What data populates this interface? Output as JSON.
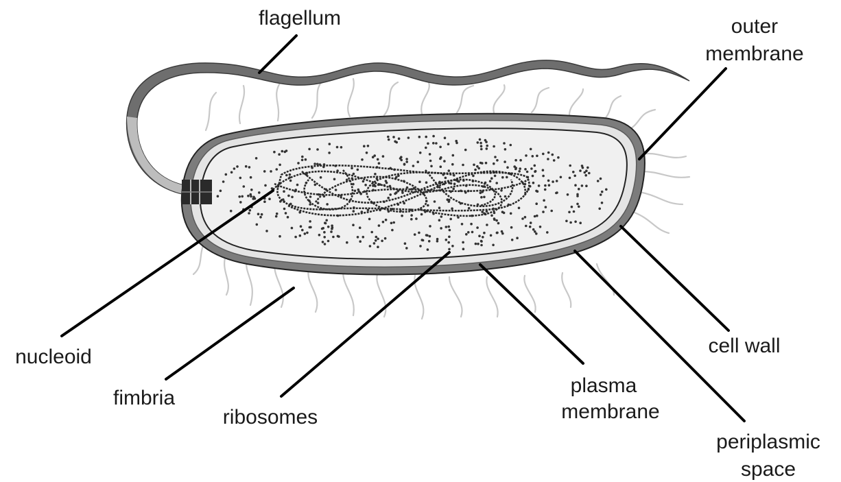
{
  "diagram": {
    "labels": {
      "flagellum": "flagellum",
      "outer_membrane_line1": "outer",
      "outer_membrane_line2": "membrane",
      "nucleoid": "nucleoid",
      "fimbria": "fimbria",
      "ribosomes": "ribosomes",
      "plasma_membrane_line1": "plasma",
      "plasma_membrane_line2": "membrane",
      "cell_wall": "cell wall",
      "periplasmic_space_line1": "periplasmic",
      "periplasmic_space_line2": "space"
    },
    "colors": {
      "outer_membrane": "#7a7a7a",
      "periplasm": "#e6e6e6",
      "cytoplasm": "#ededed",
      "flagellum": "#6e6e6e",
      "ribosome": "#333333",
      "fimbria": "#c8c8c8"
    }
  }
}
